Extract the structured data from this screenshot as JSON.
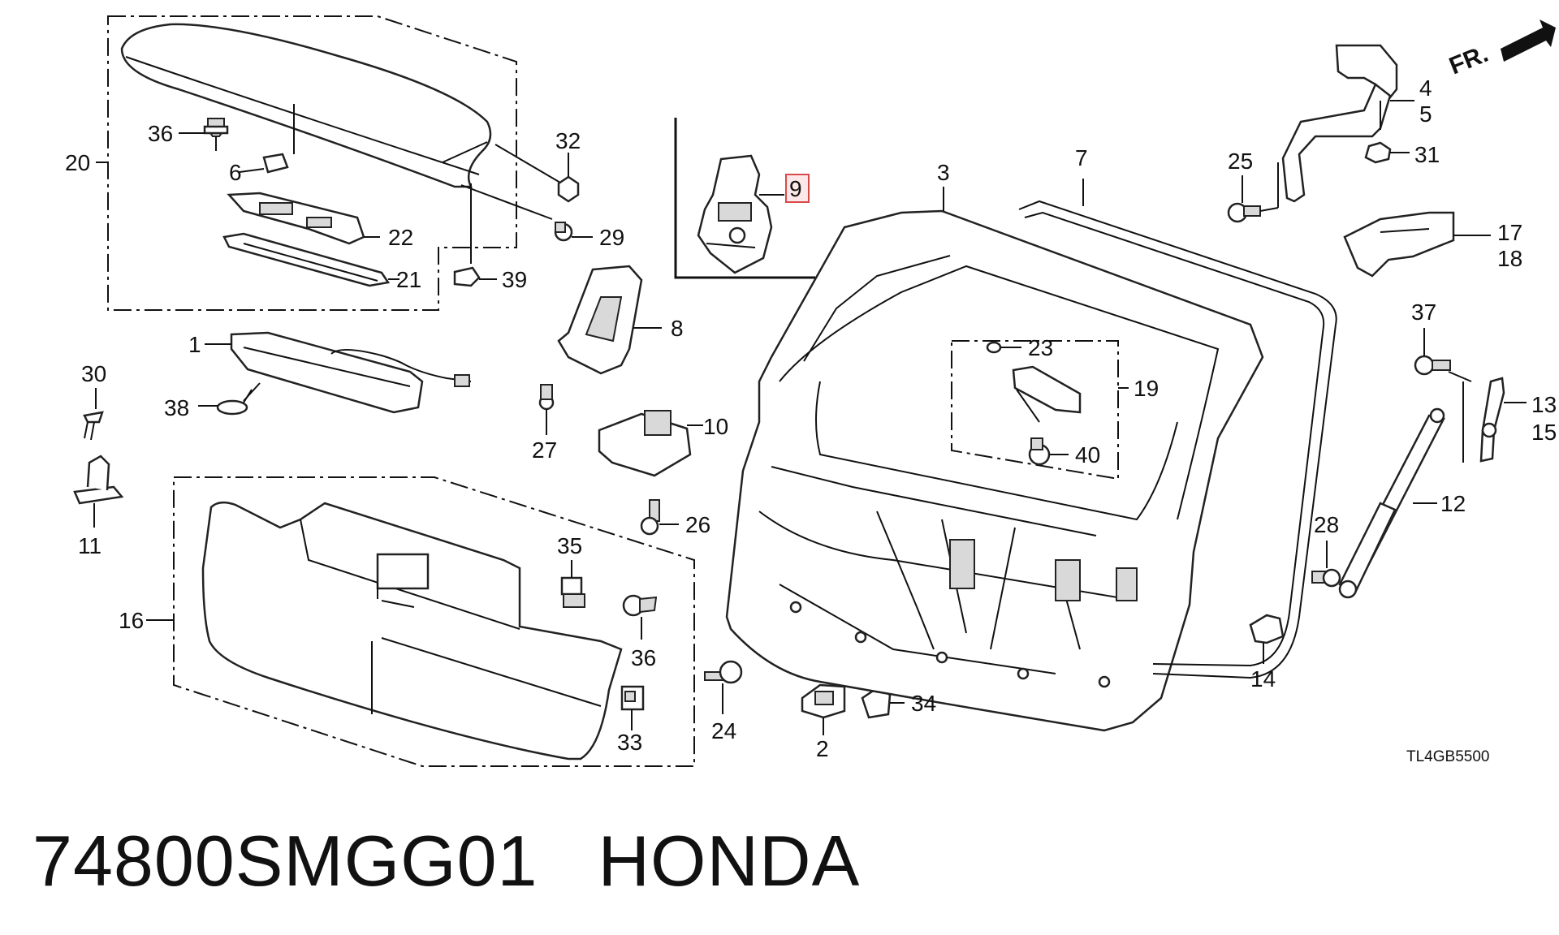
{
  "callouts": {
    "c1": "1",
    "c2": "2",
    "c3": "3",
    "c4": "4",
    "c5": "5",
    "c6": "6",
    "c7": "7",
    "c8": "8",
    "c9": "9",
    "c10": "10",
    "c11": "11",
    "c12": "12",
    "c13": "13",
    "c14": "14",
    "c15": "15",
    "c16": "16",
    "c17": "17",
    "c18": "18",
    "c19": "19",
    "c20": "20",
    "c21": "21",
    "c22": "22",
    "c23": "23",
    "c24": "24",
    "c25": "25",
    "c26": "26",
    "c27": "27",
    "c28": "28",
    "c29": "29",
    "c30": "30",
    "c31": "31",
    "c32": "32",
    "c33": "33",
    "c34": "34",
    "c35": "35",
    "c36a": "36",
    "c36b": "36",
    "c37": "37",
    "c38": "38",
    "c39": "39",
    "c40": "40"
  },
  "highlighted_callout": "9",
  "highlight_color": "#d84a4a",
  "direction_label": "FR.",
  "diagram_code": "TL4GB5500",
  "part_number": "74800SMGG01",
  "brand": "HONDA"
}
